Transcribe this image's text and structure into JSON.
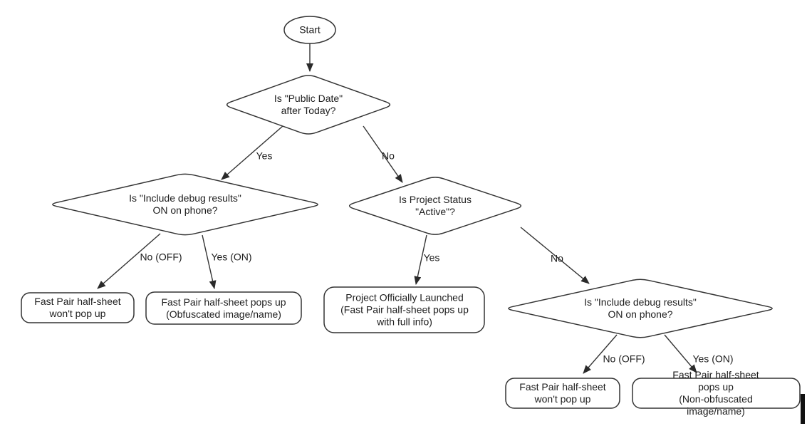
{
  "theme": {
    "background": "#ffffff",
    "line_color": "#333333",
    "text_color": "#1d1d1d",
    "cursor_color": "#111111"
  },
  "nodes": {
    "start": {
      "type": "start",
      "label": "Start"
    },
    "q_public_date": {
      "type": "decision",
      "label": "Is \"Public Date\"\nafter Today?"
    },
    "q_debug_left": {
      "type": "decision",
      "label": "Is \"Include debug results\"\nON on phone?"
    },
    "q_status": {
      "type": "decision",
      "label": "Is Project Status\n\"Active\"?"
    },
    "q_debug_right": {
      "type": "decision",
      "label": "Is \"Include debug results\"\nON on phone?"
    },
    "r_wont_popup_left": {
      "type": "process",
      "label": "Fast Pair half-sheet\nwon't pop up"
    },
    "r_obfuscated": {
      "type": "process",
      "label": "Fast Pair half-sheet pops up\n(Obfuscated image/name)"
    },
    "r_launched": {
      "type": "process",
      "label": "Project Officially Launched\n(Fast Pair half-sheet pops up\nwith full info)"
    },
    "r_wont_popup_right": {
      "type": "process",
      "label": "Fast Pair half-sheet\nwon't pop up"
    },
    "r_non_obfuscated": {
      "type": "process",
      "label": "Fast Pair half-sheet pops up\n(Non-obfuscated image/name)"
    }
  },
  "edge_labels": {
    "yes_top": "Yes",
    "no_top": "No",
    "no_off_left": "No (OFF)",
    "yes_on_left": "Yes (ON)",
    "yes_mid": "Yes",
    "no_mid": "No",
    "no_off_right": "No (OFF)",
    "yes_on_right": "Yes (ON)"
  }
}
